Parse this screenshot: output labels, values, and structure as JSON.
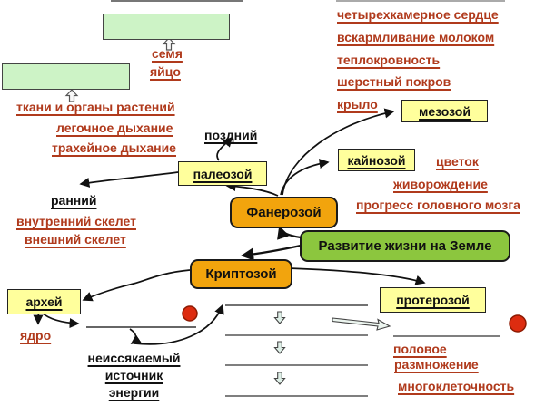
{
  "diagram": {
    "title": "Развитие жизни на Земле",
    "eons": {
      "phanerozoic": "Фанерозой",
      "cryptozoic": "Криптозой"
    },
    "eras": {
      "mesozoic": "мезозой",
      "cenozoic": "кайнозой",
      "paleozoic": "палеозой",
      "archean": "архей",
      "proterozoic": "протерозой"
    },
    "mammal_bird_features": [
      "четырехкамерное сердце",
      "вскармливание молоком",
      "теплокровность",
      "шерстный покров",
      "крыло"
    ],
    "cenozoic_features": {
      "flower": "цветок",
      "live_birth": "живорождение",
      "brain_progress": "прогресс головного мозга"
    },
    "plant_animal_features": {
      "seed": "семя",
      "egg": "яйцо",
      "tissues": "ткани и органы растений",
      "lung_breathing": "легочное дыхание",
      "tracheal_breathing": "трахейное дыхание"
    },
    "paleozoic_labels": {
      "late": "поздний",
      "early": "ранний",
      "internal_skeleton": "внутренний скелет",
      "external_skeleton": "внешний скелет"
    },
    "archean_labels": {
      "nucleus": "ядро",
      "energy_source_line1": "неиссякаемый",
      "energy_source_line2": "источник",
      "energy_source_line3": "энергии"
    },
    "proterozoic_labels": {
      "sexual_line1": "половое",
      "sexual_line2": "размножение",
      "multicellularity": "многоклеточность"
    }
  },
  "colors": {
    "era_box_fill": "#FFFF9C",
    "eon_box_fill": "#F2A40D",
    "title_box_fill": "#8CC63E",
    "green_box_fill": "#CDF3C6",
    "red_text": "#b03a1c",
    "red_marker": "#DD2C10",
    "arrow_stroke": "#111111"
  }
}
